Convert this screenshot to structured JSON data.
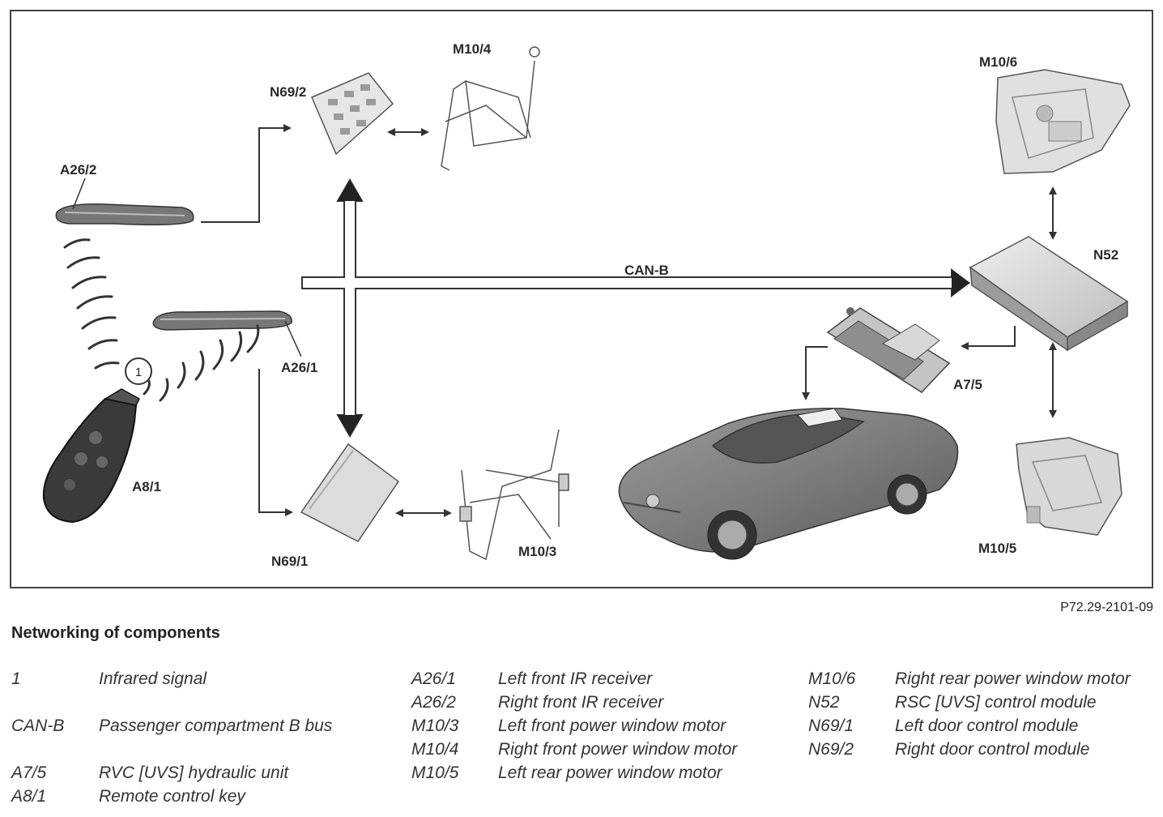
{
  "diagram": {
    "labels": {
      "m10_4": "M10/4",
      "n69_2": "N69/2",
      "a26_2": "A26/2",
      "m10_6": "M10/6",
      "can_b": "CAN-B",
      "n52": "N52",
      "a26_1": "A26/1",
      "one": "1",
      "a7_5": "A7/5",
      "a8_1": "A8/1",
      "n69_1": "N69/1",
      "m10_3": "M10/3",
      "m10_5": "M10/5"
    }
  },
  "reference": "P72.29-2101-09",
  "title": "Networking of components",
  "legend": {
    "col1": [
      {
        "code": "1",
        "desc": "Infrared signal"
      },
      {
        "code": "CAN-B",
        "desc": "Passenger compartment B bus"
      },
      {
        "code": "A7/5",
        "desc": "RVC [UVS] hydraulic unit"
      },
      {
        "code": "A8/1",
        "desc": "Remote control key"
      }
    ],
    "col2": [
      {
        "code": "A26/1",
        "desc": "Left front IR receiver"
      },
      {
        "code": "A26/2",
        "desc": "Right front IR receiver"
      },
      {
        "code": "M10/3",
        "desc": "Left front power window motor"
      },
      {
        "code": "M10/4",
        "desc": "Right front power window motor"
      },
      {
        "code": "M10/5",
        "desc": "Left rear power window motor"
      }
    ],
    "col3": [
      {
        "code": "M10/6",
        "desc": "Right rear power window motor"
      },
      {
        "code": "N52",
        "desc": "RSC [UVS] control module"
      },
      {
        "code": "N69/1",
        "desc": "Left door control module"
      },
      {
        "code": "N69/2",
        "desc": "Right door control module"
      }
    ]
  }
}
